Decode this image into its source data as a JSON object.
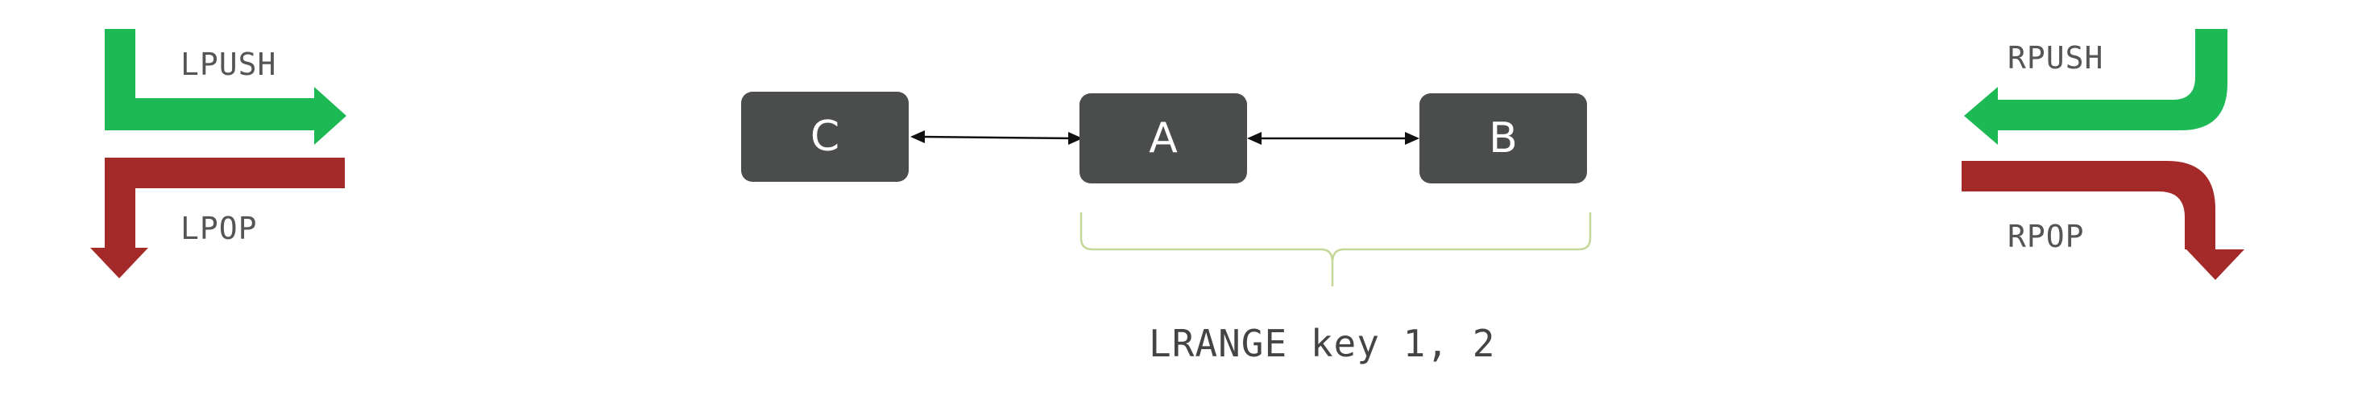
{
  "colors": {
    "push": "#1db954",
    "pop": "#a42a2a",
    "node": "#4a4d4c",
    "node_text": "#ffffff",
    "link": "#111111",
    "brace": "#c6d79a"
  },
  "left_ops": {
    "push": "LPUSH",
    "pop": "LPOP"
  },
  "right_ops": {
    "push": "RPUSH",
    "pop": "RPOP"
  },
  "nodes": [
    {
      "id": "c",
      "label": "C"
    },
    {
      "id": "a",
      "label": "A"
    },
    {
      "id": "b",
      "label": "B"
    }
  ],
  "range_command": "LRANGE key 1, 2"
}
